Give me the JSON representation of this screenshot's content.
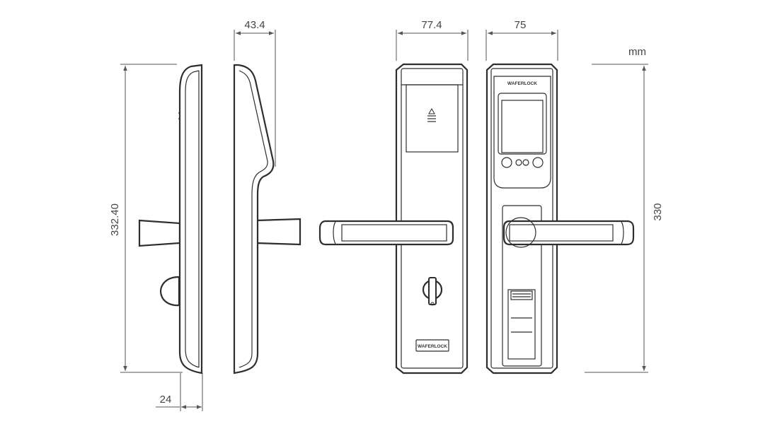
{
  "units": "mm",
  "dimensions": {
    "height_overall": "332.40",
    "height_front": "330",
    "depth_side": "43.4",
    "width_back": "77.4",
    "width_front": "75",
    "thickness_plate": "24"
  },
  "brand": {
    "back_label": "WAFERLOCK",
    "front_label": "WAFERLOCK"
  },
  "colors": {
    "line": "#2e2e2e",
    "dim_line": "#555555",
    "text": "#444444"
  }
}
